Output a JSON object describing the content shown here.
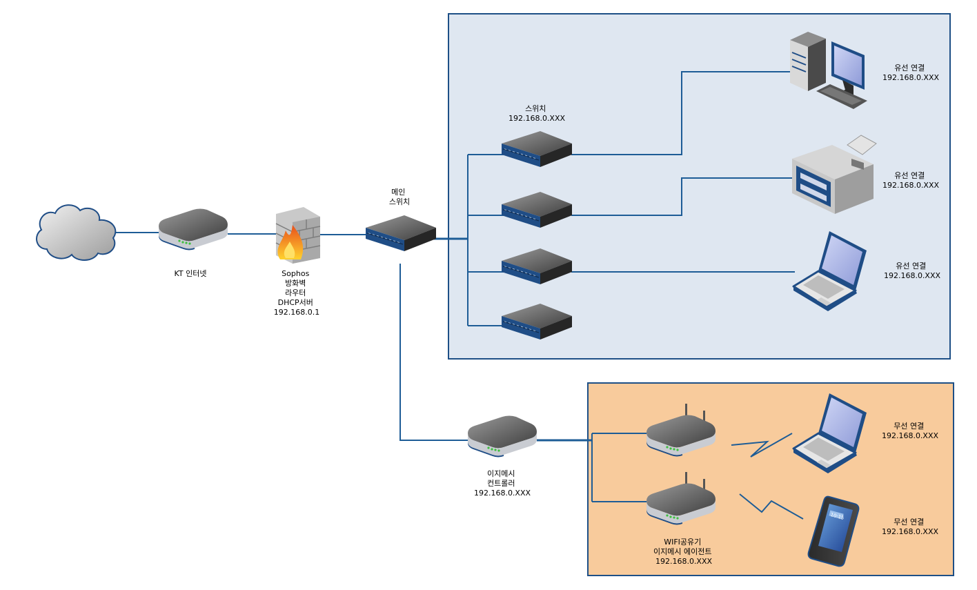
{
  "colors": {
    "wired_zone_fill": "#dfe7f1",
    "wireless_zone_fill": "#f8cb9c",
    "zone_border": "#1d4f86",
    "connector": "#1d5c96"
  },
  "nodes": {
    "cloud": {
      "icon": "cloud-icon"
    },
    "kt_internet": {
      "icon": "router-icon",
      "label": [
        "KT 인터넷"
      ]
    },
    "firewall": {
      "icon": "firewall-icon",
      "label": [
        "Sophos",
        "방화벽",
        "라우터",
        "DHCP서버",
        "192.168.0.1"
      ]
    },
    "main_switch": {
      "icon": "switch-icon",
      "label": [
        "메인",
        "스위치"
      ]
    },
    "switch_1": {
      "icon": "switch-icon",
      "label": [
        "스위치",
        "192.168.0.XXX"
      ]
    },
    "switch_2": {
      "icon": "switch-icon"
    },
    "switch_3": {
      "icon": "switch-icon"
    },
    "switch_4": {
      "icon": "switch-icon"
    },
    "desktop_pc": {
      "icon": "desktop-pc-icon",
      "label": [
        "유선 연결",
        "192.168.0.XXX"
      ]
    },
    "printer": {
      "icon": "printer-icon",
      "label": [
        "유선 연결",
        "192.168.0.XXX"
      ]
    },
    "laptop_wired": {
      "icon": "laptop-icon",
      "label": [
        "유선 연결",
        "192.168.0.XXX"
      ]
    },
    "easymesh_controller": {
      "icon": "router-icon",
      "label": [
        "이지메시",
        "컨트롤러",
        "192.168.0.XXX"
      ]
    },
    "wifi_ap_1": {
      "icon": "wireless-ap-icon"
    },
    "wifi_ap_2": {
      "icon": "wireless-ap-icon",
      "label": [
        "WIFI공유기",
        "이지메시 에이전트",
        "192.168.0.XXX"
      ]
    },
    "laptop_wireless": {
      "icon": "laptop-icon",
      "label": [
        "무선 연결",
        "192.168.0.XXX"
      ]
    },
    "smartphone": {
      "icon": "smartphone-icon",
      "screen_time": "10:15",
      "label": [
        "무선 연결",
        "192.168.0.XXX"
      ]
    }
  }
}
